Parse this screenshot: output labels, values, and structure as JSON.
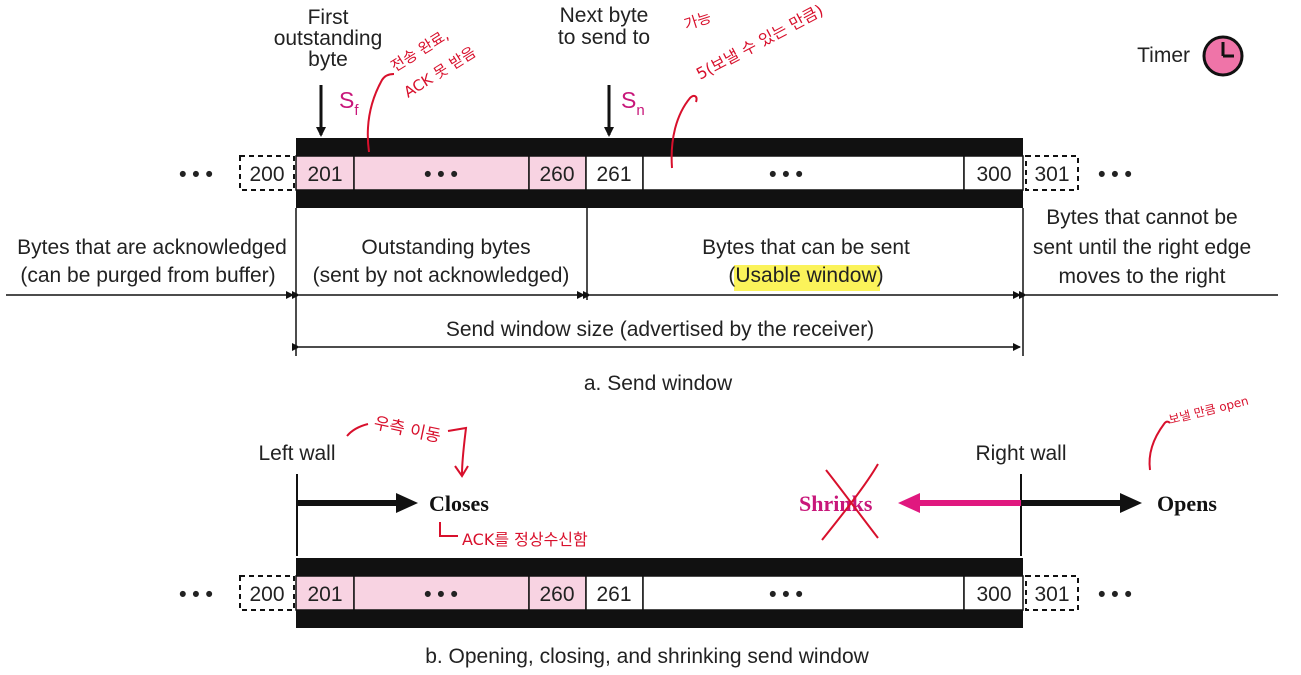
{
  "top": {
    "first_outstanding_label": [
      "First",
      "outstanding",
      "byte"
    ],
    "sf_label": "S",
    "sf_sub": "f",
    "next_byte_label": [
      "Next byte",
      "to send to"
    ],
    "sn_label": "S",
    "sn_sub": "n",
    "timer_label": "Timer",
    "cells": {
      "c200": "200",
      "c201": "201",
      "dots_a": "• • •",
      "c260": "260",
      "c261": "261",
      "dots_b": "• • •",
      "c300": "300",
      "c301": "301",
      "outer_left": "• • •",
      "outer_right": "• • •"
    },
    "regions": {
      "acked": [
        "Bytes that are acknowledged",
        "(can be purged from buffer)"
      ],
      "outstanding": [
        "Outstanding bytes",
        "(sent by not acknowledged)"
      ],
      "sendable_line1": "Bytes that can be sent",
      "sendable_open": "(",
      "sendable_highlight": "Usable window",
      "sendable_close": ")",
      "cannot": [
        "Bytes that cannot be",
        "sent until the right edge",
        "moves to the right"
      ]
    },
    "window_size_label": "Send window size (advertised by the receiver)",
    "caption": "a. Send window"
  },
  "bottom": {
    "left_wall": "Left wall",
    "right_wall": "Right wall",
    "closes": "Closes",
    "shrinks": "Shrinks",
    "opens": "Opens",
    "cells": {
      "c200": "200",
      "c201": "201",
      "dots_a": "• • •",
      "c260": "260",
      "c261": "261",
      "dots_b": "• • •",
      "c300": "300",
      "c301": "301",
      "outer_left": "• • •",
      "outer_right": "• • •"
    },
    "caption": "b. Opening, closing, and shrinking send window"
  },
  "handwriting": {
    "note_outstanding": [
      "전송 완료,",
      "ACK 못 받음"
    ],
    "note_usable": [
      "가능",
      "5(보낼 수 있는 만큼)"
    ],
    "note_left_wall": "우측 이동",
    "note_closes": "ACK를 정상수신함",
    "note_right_wall": "보낼 만큼 open"
  },
  "colors": {
    "pink_fill": "#f8d3e2",
    "magenta": "#c8177a",
    "shrink_arrow": "#e0187f",
    "timer_fill": "#ef74a8",
    "highlight": "#fbf35a",
    "ink_red": "#d8102c",
    "bar": "#111111"
  },
  "icons": {
    "timer": "clock-icon"
  }
}
